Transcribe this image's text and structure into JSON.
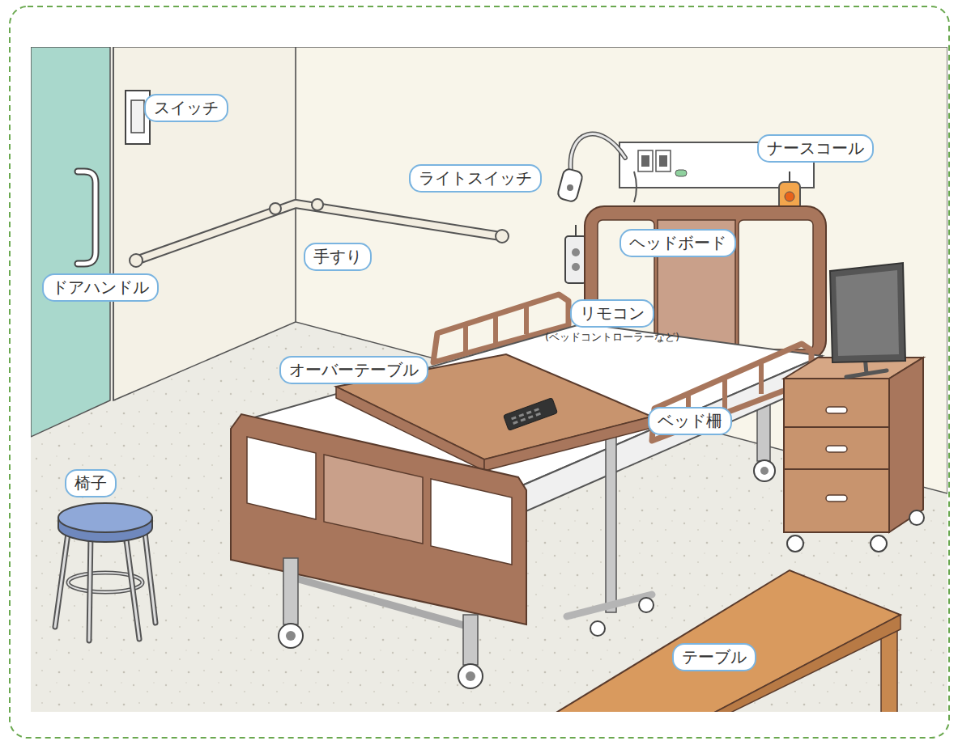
{
  "diagram": {
    "nodes": [
      {
        "text": [
          "スイッチ"
        ]
      },
      {
        "text": [
          "ナースコール"
        ]
      },
      {
        "text": [
          "ライトスイッチ"
        ]
      },
      {
        "text": [
          "ヘッドボード"
        ]
      },
      {
        "text": [
          "手すり"
        ]
      },
      {
        "text": [
          "ドアハンドル"
        ]
      },
      {
        "text": [
          "リモコン",
          "(ベッドコントローラーなど)"
        ]
      },
      {
        "text": [
          "オーバーテーブル"
        ]
      },
      {
        "text": [
          "ベッド柵"
        ]
      },
      {
        "text": [
          "椅子"
        ]
      },
      {
        "text": [
          "テーブル"
        ]
      }
    ]
  }
}
